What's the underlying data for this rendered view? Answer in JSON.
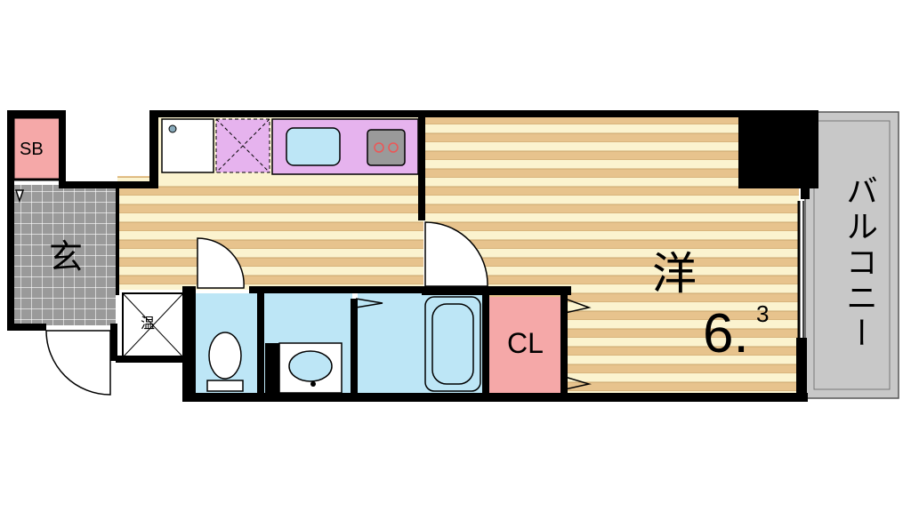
{
  "labels": {
    "shoe_box": "SB",
    "entrance": "玄",
    "water_heater": "温",
    "closet": "CL",
    "western_room": "洋",
    "area_main": "6.",
    "area_decimal": "3",
    "balcony": "バルコニー"
  },
  "colors": {
    "wall": "#000000",
    "floor_light": "#fbf3cf",
    "floor_dark": "#e7c38d",
    "wet_area": "#bde6f6",
    "kitchen": "#e6b3ee",
    "shoe_box": "#f5a8a8",
    "balcony": "#c8c8c8",
    "entrance_tile": "#9a9a9a"
  }
}
